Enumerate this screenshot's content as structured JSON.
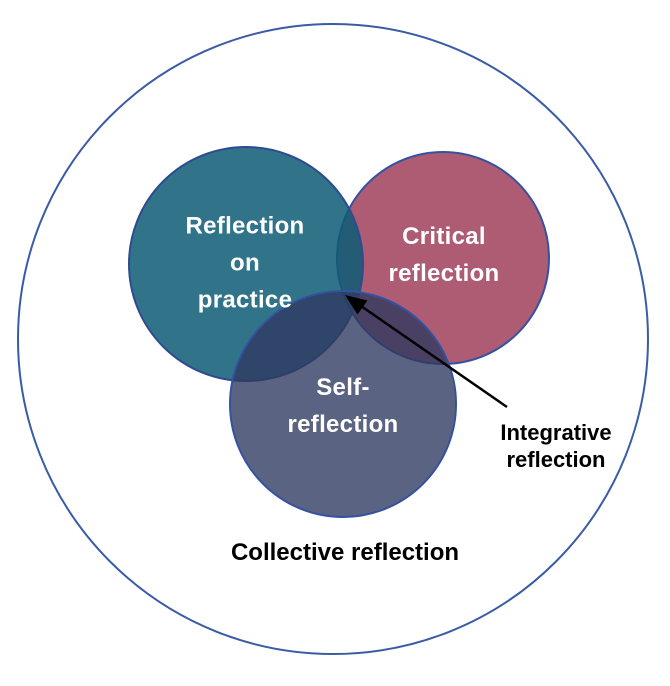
{
  "diagram": {
    "type": "venn",
    "outer_circle": {
      "label": "Collective reflection",
      "stroke_color": "#3A5BA5"
    },
    "circles": [
      {
        "name": "reflection-on-practice",
        "label": "Reflection\non\npractice",
        "fill": "#31748A"
      },
      {
        "name": "critical-reflection",
        "label": "Critical\nreflection",
        "fill": "#AD5C73"
      },
      {
        "name": "self-reflection",
        "label": "Self-\nreflection",
        "fill": "#59627F"
      }
    ],
    "annotation": {
      "label": "Integrative\nreflection"
    },
    "colors": {
      "inner_circle_stroke": "#3552A0",
      "circle_label_text": "#FFFFFF",
      "outside_label_text": "#000000",
      "arrow": "#000000"
    }
  }
}
